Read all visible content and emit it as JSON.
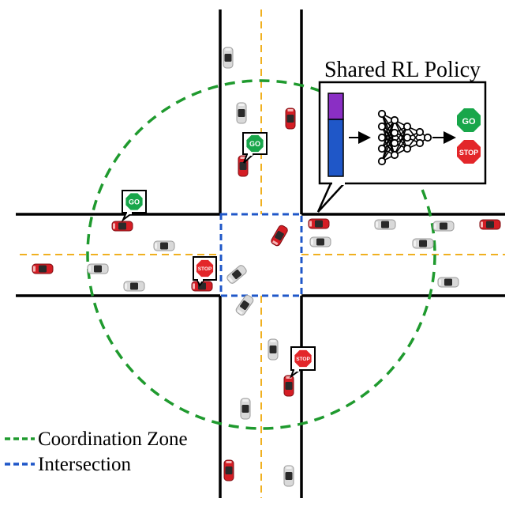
{
  "policy": {
    "title": "Shared RL Policy",
    "go_label": "GO",
    "stop_label": "STOP"
  },
  "signals": {
    "go": "GO",
    "stop": "STOP"
  },
  "legend": [
    {
      "label": "Coordination Zone",
      "color": "#1f9a2e"
    },
    {
      "label": "Intersection",
      "color": "#1f57c8"
    }
  ],
  "colors": {
    "road_edge": "#000000",
    "lane_divider": "#f0b020",
    "zone": "#1f9a2e",
    "intersection": "#1f57c8",
    "go": "#18a64a",
    "stop": "#e3262a",
    "car_controlled": "#d41d24",
    "car_other": "#d9d9d9",
    "state_top": "#8a2fc4",
    "state_bottom": "#1f57c8"
  }
}
